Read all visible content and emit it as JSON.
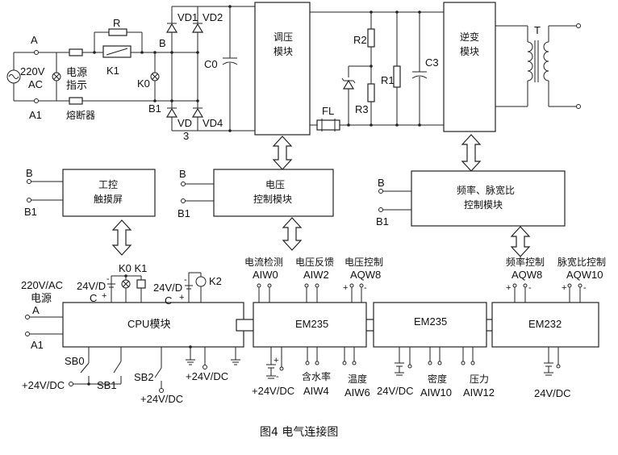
{
  "caption": "图4 电气连接图",
  "power_circuit": {
    "terminals": {
      "a": "A",
      "a1": "A1",
      "b": "B",
      "b1": "B1"
    },
    "source": "220V",
    "source_ac": "AC",
    "power_indicator_l1": "电源",
    "power_indicator_l2": "指示",
    "fuse": "熔断器",
    "resistor_r": "R",
    "relay_k1": "K1",
    "relay_k0": "K0",
    "diodes": {
      "vd1": "VD1",
      "vd2": "VD2",
      "vd": "VD",
      "vd3": "3",
      "vd4": "VD4"
    },
    "cap_c0": "C0",
    "regulator_l1": "调压",
    "regulator_l2": "模块",
    "r2": "R2",
    "r3": "R3",
    "r1": "R1",
    "c3": "C3",
    "filter": "FL",
    "inverter_l1": "逆变",
    "inverter_l2": "模块",
    "transformer": "T"
  },
  "control_modules": {
    "touchscreen_l1": "工控",
    "touchscreen_l2": "触摸屏",
    "voltage_ctrl_l1": "电压",
    "voltage_ctrl_l2": "控制模块",
    "freq_ctrl_l1": "频率、脉宽比",
    "freq_ctrl_l2": "控制模块",
    "term_b": "B",
    "term_b1": "B1"
  },
  "plc": {
    "power_l1": "220V/AC",
    "power_l2": "电源",
    "term_a": "A",
    "term_a1": "A1",
    "k0k1": "K0 K1",
    "k2": "K2",
    "dc24_left": "24V/D",
    "dc24_left_c": "C",
    "dc24_mid": "24V/D",
    "dc24_mid_c": "C",
    "cpu": "CPU模块",
    "sb0": "SB0",
    "sb1": "SB1",
    "sb2": "SB2",
    "dc24_sb0": "+24V/DC",
    "dc24_sb2": "+24V/DC",
    "dc24_cpu": "+24V/DC",
    "em235_a": "EM235",
    "em235_b": "EM235",
    "em232": "EM232",
    "current_detect": "电流检测",
    "aiw0": "AIW0",
    "voltage_fb": "电压反馈",
    "aiw2": "AIW2",
    "voltage_ctrl": "电压控制",
    "aqw8_a": "AQW8",
    "freq_ctrl": "频率控制",
    "aqw8_b": "AQW8",
    "pulse_ctrl": "脉宽比控制",
    "aqw10": "AQW10",
    "dc24_em1": "+24V/DC",
    "moisture": "含水率",
    "aiw4": "AIW4",
    "temperature": "温度",
    "aiw6": "AIW6",
    "dc24_em2": "24V/DC",
    "density": "密度",
    "aiw10": "AIW10",
    "pressure": "压力",
    "aiw12": "AIW12",
    "dc24_em3": "24V/DC"
  }
}
